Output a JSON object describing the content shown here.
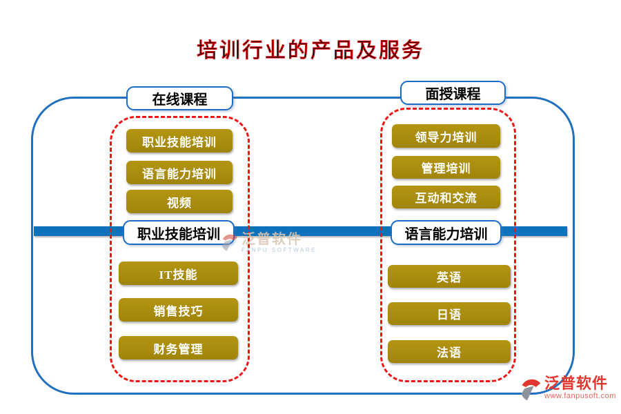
{
  "title": "培训行业的产品及服务",
  "branches": {
    "online": {
      "header": "在线课程",
      "top_items": [
        "职业技能培训",
        "语言能力培训",
        "视频"
      ],
      "mid_label": "职业技能培训",
      "bottom_items": [
        "IT技能",
        "销售技巧",
        "财务管理"
      ]
    },
    "offline": {
      "header": "面授课程",
      "top_items": [
        "领导力培训",
        "管理培训",
        "互动和交流"
      ],
      "mid_label": "语言能力培训",
      "bottom_items": [
        "英语",
        "日语",
        "法语"
      ]
    }
  },
  "watermark": {
    "brand": "泛普软件",
    "caption": "FANPU SOFTWARE"
  },
  "footer_logo": {
    "brand": "泛普软件",
    "url": "www.fanpusoft.com"
  },
  "colors": {
    "gold": "#a98c10",
    "bar_blue": "#0d72bb",
    "border_blue": "#2170bf",
    "dashed_red": "#f01414",
    "brand_red": "#e2372f",
    "title_red": "#e60000"
  }
}
